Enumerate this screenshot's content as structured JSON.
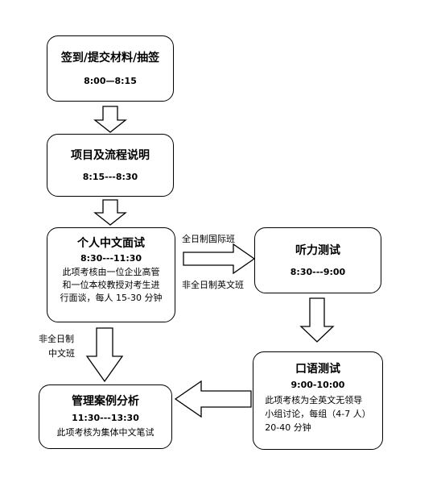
{
  "steps": {
    "checkin": {
      "title": "签到/提交材料/抽签",
      "time": "8:00—8:15"
    },
    "intro": {
      "title": "项目及流程说明",
      "time": "8:15---8:30"
    },
    "interview": {
      "title": "个人中文面试",
      "time": "8:30---11:30",
      "desc": [
        "此项考核由一位企业高管",
        "和一位本校教授对考生进",
        "行面谈，每人 15-30 分钟"
      ]
    },
    "listening": {
      "title": "听力测试",
      "time": "8:30---9:00"
    },
    "oral": {
      "title": "口语测试",
      "time": "9:00-10:00",
      "desc": [
        "此项考核为全英文无领导",
        "小组讨论，每组（4-7 人）",
        "20-40 分钟"
      ]
    },
    "case": {
      "title": "管理案例分析",
      "time": "11:30---13:30",
      "desc": [
        "此项考核为集体中文笔试"
      ]
    }
  },
  "labels": {
    "fulltime_intl": "全日制国际班",
    "parttime_english": "非全日制英文班",
    "parttime_chinese": [
      "非全日制",
      "中文班"
    ]
  }
}
